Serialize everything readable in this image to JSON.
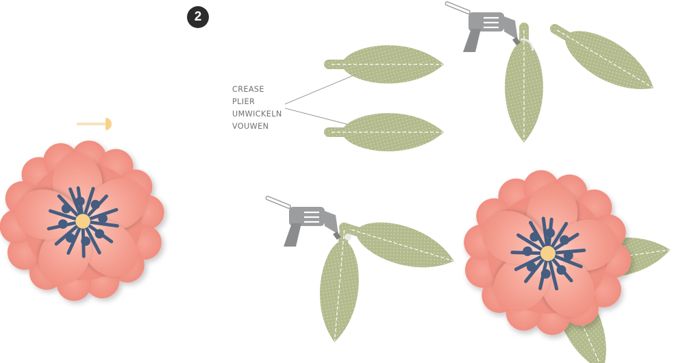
{
  "step": {
    "number": "2"
  },
  "crease_labels": [
    "CREASE",
    "PLIER",
    "UMWICKELN",
    "VOUWEN"
  ],
  "colors": {
    "leaf": "#b3ba8d",
    "leaf_dots": "#cdd2ad",
    "petal": "#f3978a",
    "petal_light": "#fbd6cb",
    "stamen": "#455d80",
    "stamen_dark": "#37496a",
    "center": "#f8d28a",
    "glue_gun": "#9c9d9f",
    "badge": "#2c2c2c"
  },
  "icons": [
    "glue-gun-icon",
    "scallop-flower-icon",
    "leaf-icon",
    "stamen-pin-icon"
  ]
}
